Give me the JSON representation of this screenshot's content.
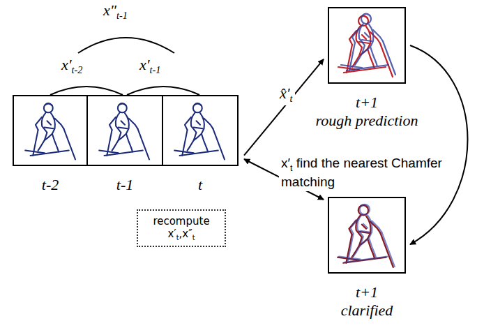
{
  "diagram": {
    "nodes": [
      {
        "text": [
          "t-2"
        ]
      },
      {
        "text": [
          "t-1"
        ]
      },
      {
        "text": [
          "t"
        ]
      },
      {
        "text": [
          "t+1",
          "rough prediction"
        ]
      },
      {
        "text": [
          "t+1",
          "clarified"
        ]
      },
      {
        "text": [
          "recompute x′t,x″t"
        ]
      }
    ],
    "edges": [
      {
        "from": 2,
        "to": 3,
        "label": "x̂′t",
        "arrow": "to"
      },
      {
        "from": 3,
        "to": 4,
        "arrow": "to"
      },
      {
        "from": 4,
        "to": 2,
        "label": "x′t find the nearest Chamfer matching",
        "arrow": "both"
      }
    ],
    "labels": [
      "x″t-1",
      "x′t-2",
      "x′t-1"
    ]
  }
}
